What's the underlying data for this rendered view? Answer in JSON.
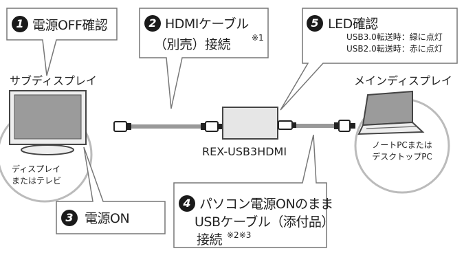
{
  "callout1": {
    "num": "1",
    "text": "電源OFF確認"
  },
  "callout2": {
    "num": "2",
    "line1": "HDMIケーブル",
    "line2": "（別売）接続",
    "note": "※1"
  },
  "callout5": {
    "num": "5",
    "title": "LED確認",
    "line1": "USB3.0転送時：緑に点灯",
    "line2": "USB2.0転送時：赤に点灯"
  },
  "callout3": {
    "num": "3",
    "text": "電源ON"
  },
  "callout4": {
    "num": "4",
    "line1": "パソコン電源ONのまま",
    "line2": "USBケーブル（添付品）",
    "line3": "接続",
    "note": "※2※3"
  },
  "sub_display": {
    "label": "サブディスプレイ",
    "desc1": "ディスプレイ",
    "desc2": "またはテレビ"
  },
  "main_display": {
    "label": "メインディスプレイ",
    "desc1": "ノートPCまたは",
    "desc2": "デスクトップPC"
  },
  "adapter": {
    "label": "REX-USB3HDMI"
  }
}
